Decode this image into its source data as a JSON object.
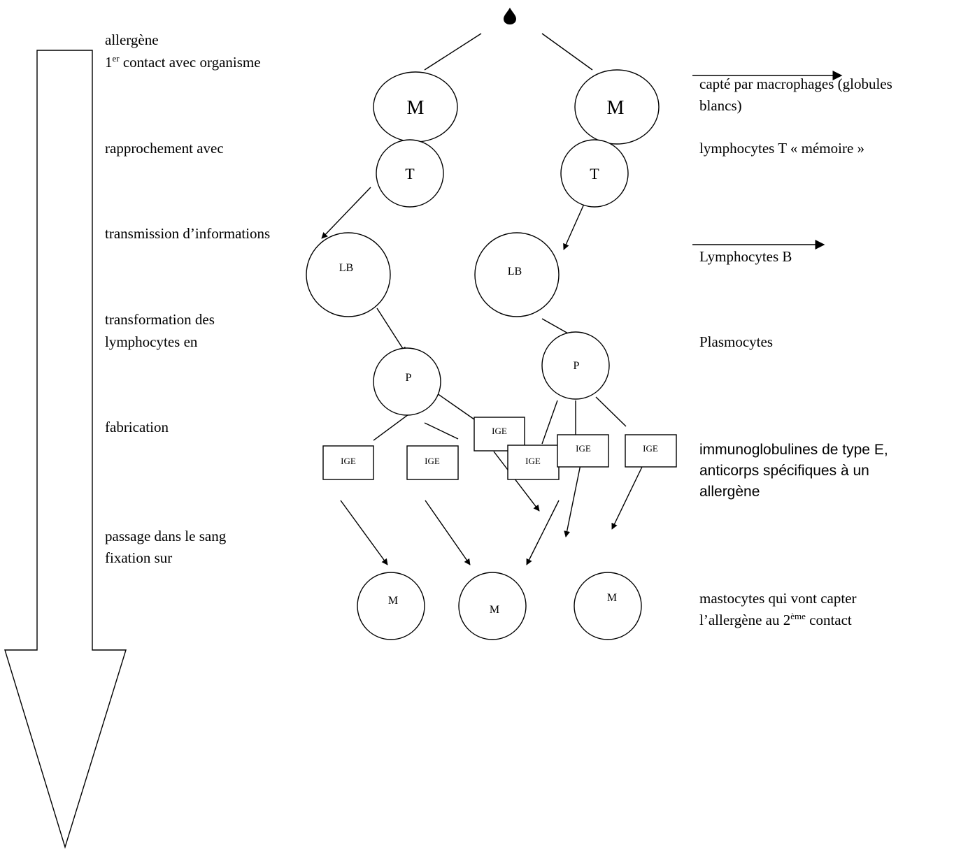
{
  "left_labels": {
    "allergen": "allergène",
    "first_contact_prefix": "1",
    "first_contact_sup": "er",
    "first_contact_rest": " contact avec organisme",
    "approach": "rapprochement avec",
    "transmission": "transmission d’informations",
    "transformation_1": "transformation des",
    "transformation_2": "lymphocytes en",
    "fabrication": "fabrication",
    "blood_1": "passage dans le sang",
    "blood_2": "fixation sur"
  },
  "right_labels": {
    "macrophages_1": "capté par macrophages (globules",
    "macrophages_2": "blancs)",
    "memory_t": "lymphocytes T « mémoire »",
    "b_cells": "Lymphocytes B",
    "plasmocytes": "Plasmocytes",
    "ige_1": "immunoglobulines de type E,",
    "ige_2": "anticorps spécifiques à un",
    "ige_3": "allergène",
    "mast_1": "mastocytes qui vont capter",
    "mast_2_prefix": "l’allergène au 2",
    "mast_2_sup": "ème",
    "mast_2_rest": " contact"
  },
  "nodes": {
    "macrophage": "M",
    "t_cell": "T",
    "b_cell": "LB",
    "plasmocyte": "P",
    "ige": "IGE",
    "mastocyte": "M"
  },
  "icons": {
    "allergen": "drop-icon"
  }
}
